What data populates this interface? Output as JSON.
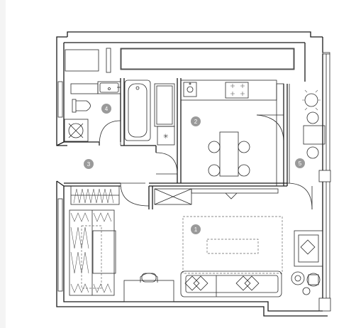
{
  "colors": {
    "wall": "#1a1a1a",
    "marker": "#9a9a9a",
    "background": "#ffffff",
    "margin": "#f4f4f4"
  },
  "rooms": [
    {
      "id": "living",
      "number": "1"
    },
    {
      "id": "kitchen",
      "number": "2"
    },
    {
      "id": "hallway",
      "number": "3"
    },
    {
      "id": "bathroom",
      "number": "4"
    },
    {
      "id": "balcony",
      "number": "5"
    }
  ]
}
